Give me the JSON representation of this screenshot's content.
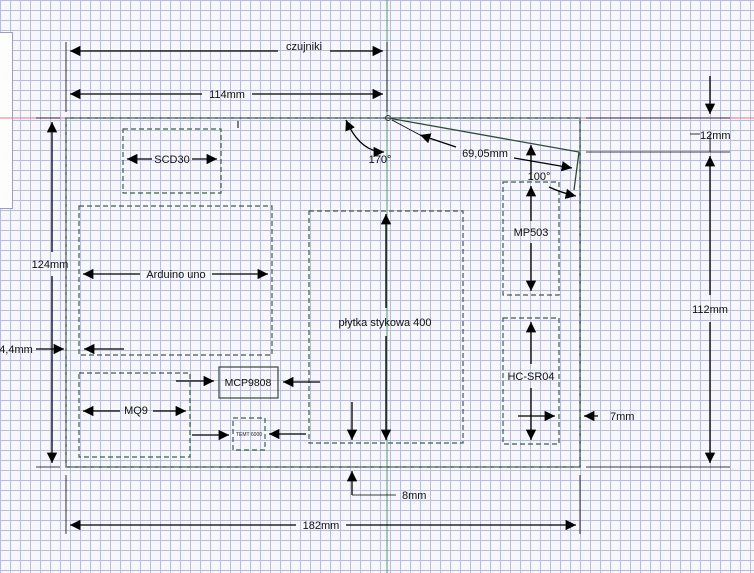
{
  "drawing": {
    "dimensions": {
      "sensors_label": "czujniki",
      "top_width": "114mm",
      "total_width": "182mm",
      "total_height": "124mm",
      "top_offset": "12mm",
      "inner_height": "112mm",
      "side_offset": "7mm",
      "bottom_offset": "8mm",
      "left_offset": "4,4mm",
      "angle_left": "170°",
      "angle_right": "100°",
      "slope_length": "69,05mm"
    },
    "components": {
      "scd30": "SCD30",
      "arduino": "Arduino uno",
      "breadboard": "płytka stykowa 400",
      "mp503": "MP503",
      "hcsr04": "HC-SR04",
      "mcp9808": "MCP9808",
      "mq9": "MQ9",
      "temt6000": "TEMT 6000"
    }
  }
}
